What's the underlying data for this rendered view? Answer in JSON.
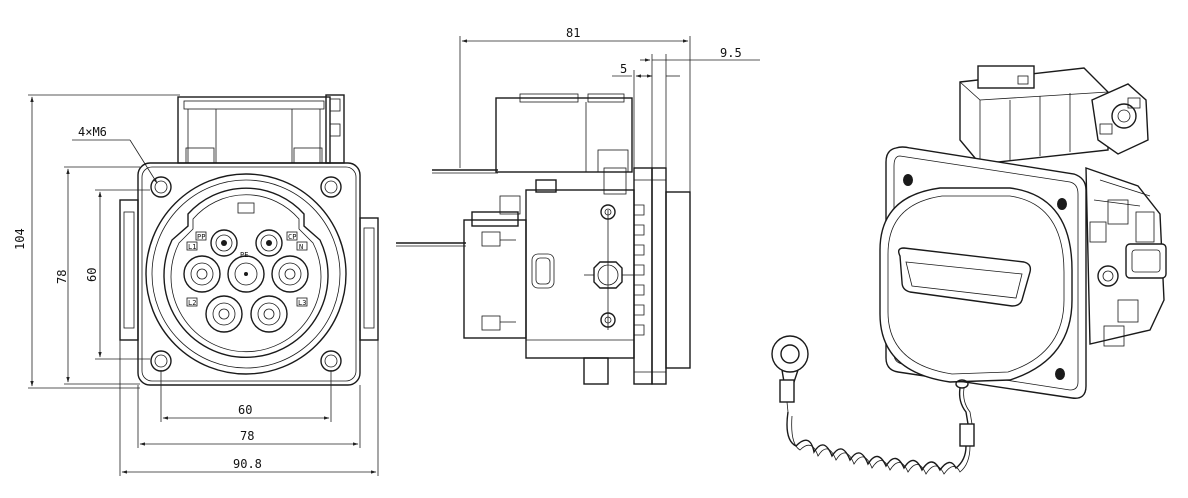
{
  "front_view": {
    "callout": "4×M6",
    "dim_height_total": "104",
    "dim_height_outer": "78",
    "dim_height_inner": "60",
    "dim_width_inner": "60",
    "dim_width_outer": "78",
    "dim_width_total": "90.8",
    "pin_labels": [
      "PP",
      "CP",
      "PE",
      "L1",
      "N",
      "L2",
      "L3"
    ]
  },
  "side_view": {
    "dim_length": "81",
    "dim_step_a": "5",
    "dim_step_b": "9.5"
  }
}
